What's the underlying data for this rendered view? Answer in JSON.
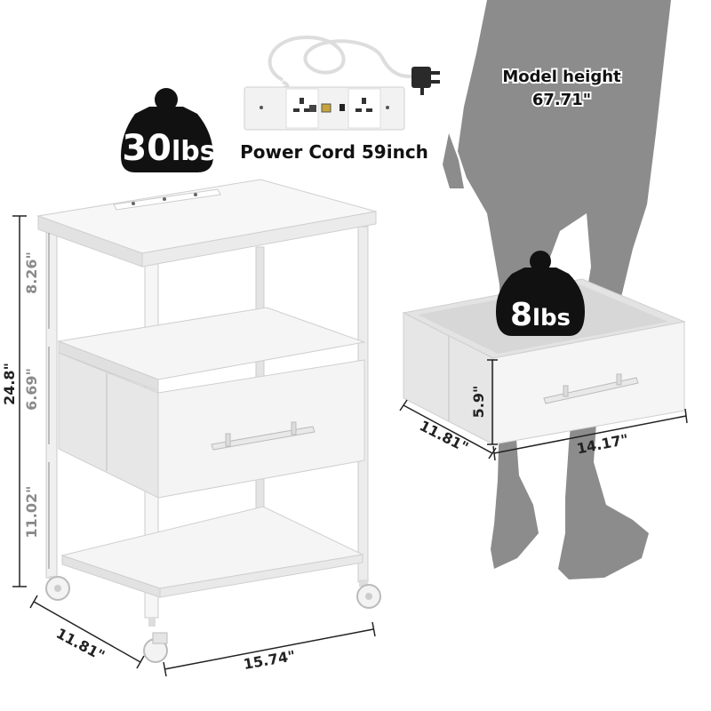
{
  "weights": {
    "main_value": "30",
    "main_unit": "lbs",
    "drawer_value": "8",
    "drawer_unit": "lbs"
  },
  "power_cord": {
    "label": "Power Cord 59inch"
  },
  "model": {
    "line1": "Model height",
    "line2": "67.71\""
  },
  "dimensions": {
    "total_height": "24.8\"",
    "top_section": "8.26\"",
    "drawer_section": "6.69\"",
    "bottom_section": "11.02\"",
    "depth": "11.81\"",
    "width": "15.74\"",
    "drawer_height": "5.9\"",
    "drawer_depth": "11.81\"",
    "drawer_width": "14.17\""
  },
  "colors": {
    "badge": "#111111",
    "silhouette": "#8c8c8c",
    "dim_line": "#222222",
    "dim_text_gray": "#8a8a8a",
    "furniture": "#f4f4f4"
  }
}
